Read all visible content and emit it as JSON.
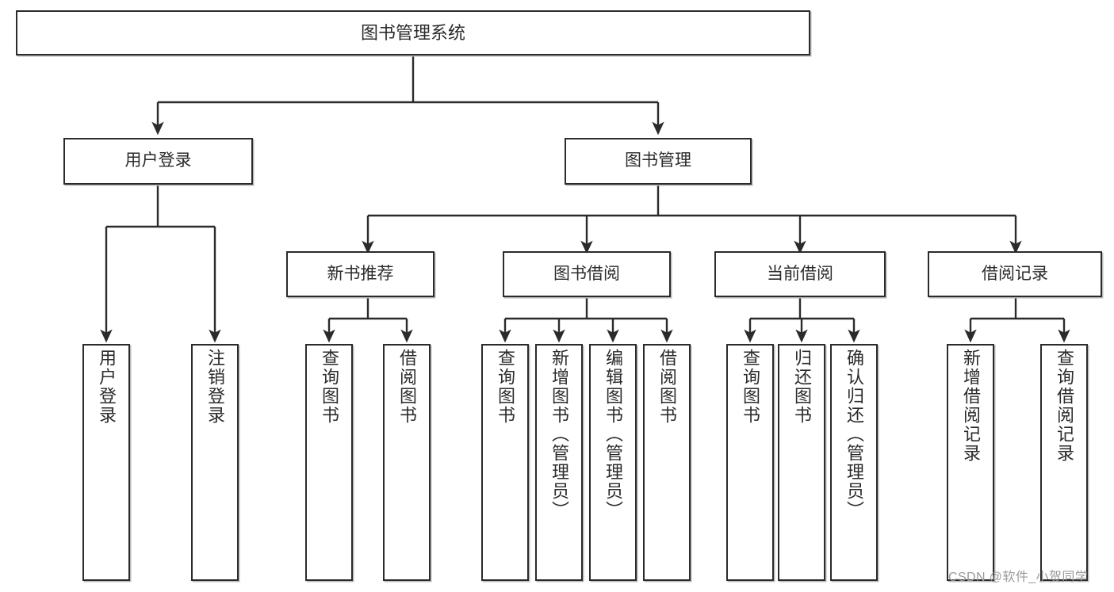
{
  "diagram": {
    "title": "图书管理系统",
    "type": "tree-hierarchy-chart",
    "root": {
      "label": "图书管理系统"
    },
    "level2": [
      {
        "label": "用户登录"
      },
      {
        "label": "图书管理"
      }
    ],
    "level3": [
      {
        "label": "新书推荐"
      },
      {
        "label": "图书借阅"
      },
      {
        "label": "当前借阅"
      },
      {
        "label": "借阅记录"
      }
    ],
    "leaves": {
      "user_login": [
        {
          "label": "用户登录"
        },
        {
          "label": "注销登录"
        }
      ],
      "new_book_recommend": [
        {
          "label": "查询图书"
        },
        {
          "label": "借阅图书"
        }
      ],
      "book_borrow": [
        {
          "label": "查询图书"
        },
        {
          "label": "新增图书（管理员）"
        },
        {
          "label": "编辑图书（管理员）"
        },
        {
          "label": "借阅图书"
        }
      ],
      "current_borrow": [
        {
          "label": "查询图书"
        },
        {
          "label": "归还图书"
        },
        {
          "label": "确认归还（管理员）"
        }
      ],
      "borrow_record": [
        {
          "label": "新增借阅记录"
        },
        {
          "label": "查询借阅记录"
        }
      ]
    }
  },
  "watermark": {
    "text": "CSDN @软件_小贺同学"
  },
  "colors": {
    "stroke": "#2b2b2b",
    "background": "#ffffff",
    "shadow": "#b9b9b9",
    "watermark": "#9a9a9a"
  }
}
